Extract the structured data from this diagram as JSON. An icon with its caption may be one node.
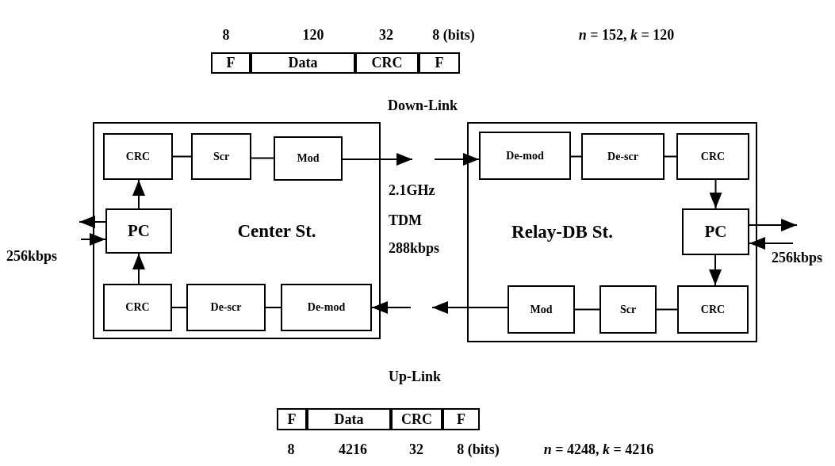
{
  "diagram": {
    "nodes": [
      {
        "text": [
          "Center St."
        ]
      },
      {
        "text": [
          "CRC"
        ],
        "in": 0
      },
      {
        "text": [
          "Scr"
        ],
        "in": 0
      },
      {
        "text": [
          "Mod"
        ],
        "in": 0
      },
      {
        "text": [
          "PC"
        ],
        "in": 0
      },
      {
        "text": [
          "CRC"
        ],
        "in": 0
      },
      {
        "text": [
          "De-scr"
        ],
        "in": 0
      },
      {
        "text": [
          "De-mod"
        ],
        "in": 0
      },
      {
        "text": [
          "Relay-DB St."
        ]
      },
      {
        "text": [
          "De-mod"
        ],
        "in": 8
      },
      {
        "text": [
          "De-scr"
        ],
        "in": 8
      },
      {
        "text": [
          "CRC"
        ],
        "in": 8
      },
      {
        "text": [
          "PC"
        ],
        "in": 8
      },
      {
        "text": [
          "CRC"
        ],
        "in": 8
      },
      {
        "text": [
          "Scr"
        ],
        "in": 8
      },
      {
        "text": [
          "Mod"
        ],
        "in": 8
      }
    ],
    "edges": [
      {
        "from": 1,
        "to": 2,
        "arrow": "none"
      },
      {
        "from": 2,
        "to": 3,
        "arrow": "none"
      },
      {
        "from": 3,
        "to": null,
        "arrow": "to"
      },
      {
        "from": null,
        "to": 9,
        "arrow": "to"
      },
      {
        "from": 4,
        "to": 1,
        "arrow": "to"
      },
      {
        "from": 4,
        "to": null,
        "arrow": "to"
      },
      {
        "from": null,
        "to": 4,
        "arrow": "to"
      },
      {
        "from": 5,
        "to": 4,
        "arrow": "to"
      },
      {
        "from": 6,
        "to": 5,
        "arrow": "none"
      },
      {
        "from": 7,
        "to": 6,
        "arrow": "none"
      },
      {
        "from": 15,
        "to": null,
        "arrow": "to"
      },
      {
        "from": null,
        "to": 7,
        "arrow": "to"
      },
      {
        "from": 9,
        "to": 10,
        "arrow": "none"
      },
      {
        "from": 10,
        "to": 11,
        "arrow": "none"
      },
      {
        "from": 11,
        "to": 12,
        "arrow": "to"
      },
      {
        "from": 12,
        "to": null,
        "arrow": "to"
      },
      {
        "from": null,
        "to": 12,
        "arrow": "to"
      },
      {
        "from": 12,
        "to": 13,
        "arrow": "to"
      },
      {
        "from": 13,
        "to": 14,
        "arrow": "none"
      },
      {
        "from": 14,
        "to": 15,
        "arrow": "none"
      }
    ],
    "labels": [
      "8",
      "120",
      "32",
      "8 (bits)",
      "*n* = 152, *k* = 120",
      "F",
      "Data",
      "CRC",
      "F",
      "Down-Link",
      "2.1GHz",
      "TDM",
      "256kbps",
      "288kbps",
      "256kbps",
      "Up-Link",
      "F",
      "Data",
      "CRC",
      "F",
      "8",
      "4216",
      "32",
      "8 (bits)",
      "*n* = 4248, *k* = 4216"
    ]
  }
}
